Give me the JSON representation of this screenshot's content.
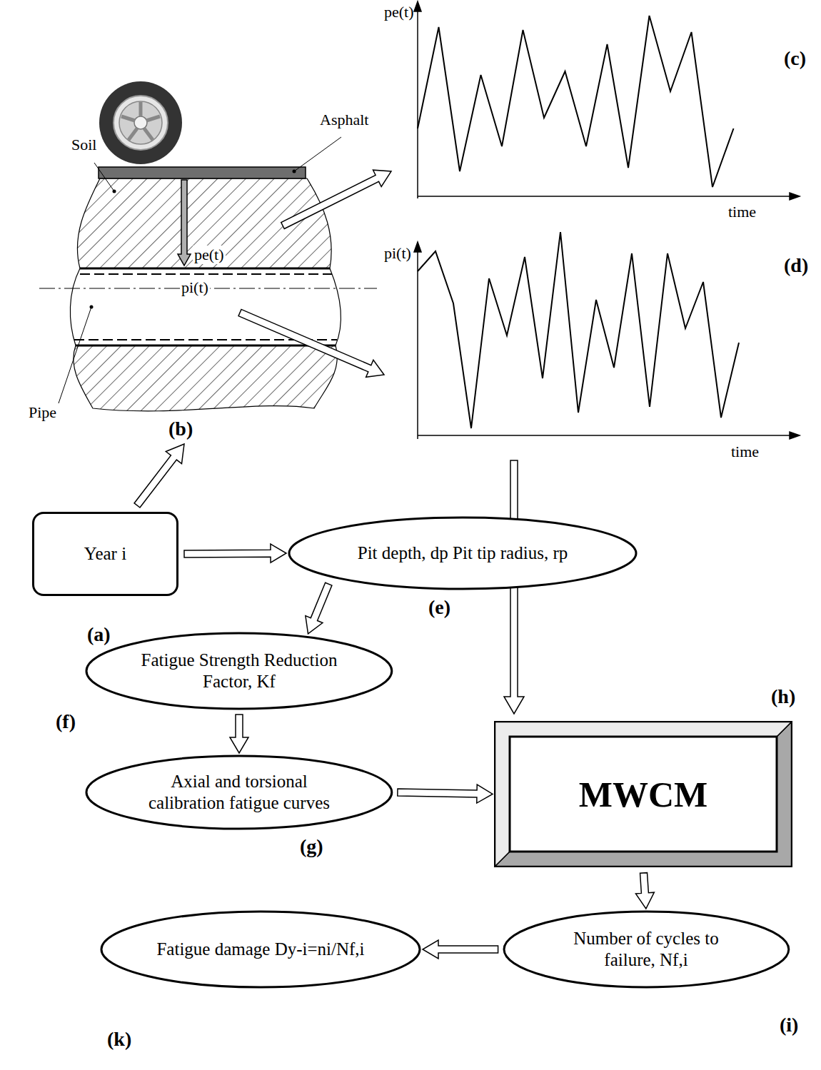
{
  "diagram": {
    "nodes": [
      {
        "text": [
          "Year i"
        ]
      },
      {
        "text": [
          "Pit depth, dp Pit tip radius, rp"
        ]
      },
      {
        "text": [
          "Fatigue Strength Reduction Factor, Kf"
        ]
      },
      {
        "text": [
          "Axial and torsional calibration fatigue curves"
        ]
      },
      {
        "text": [
          "MWCM"
        ]
      },
      {
        "text": [
          "Number of cycles to failure, Nf,i"
        ]
      },
      {
        "text": [
          "Fatigue damage Dy-i=ni/Nf,i"
        ]
      }
    ],
    "edges": [
      {
        "from": 0,
        "to": 1,
        "arrow": "to"
      },
      {
        "from": 1,
        "to": 2,
        "arrow": "to"
      },
      {
        "from": 2,
        "to": 3,
        "arrow": "to"
      },
      {
        "from": 3,
        "to": 4,
        "arrow": "to"
      },
      {
        "from": 4,
        "to": 5,
        "arrow": "to"
      },
      {
        "from": 5,
        "to": 6,
        "arrow": "to"
      }
    ],
    "labels": [
      "(b)",
      "(c)",
      "(d)",
      "Soil",
      "Asphalt",
      "Pipe",
      "pe(t)",
      "pi(t)",
      "pe(t)",
      "time",
      "pi(t)",
      "time",
      "(a)",
      "(e)",
      "(f)",
      "(g)",
      "(h)",
      "(i)",
      "(k)"
    ]
  }
}
